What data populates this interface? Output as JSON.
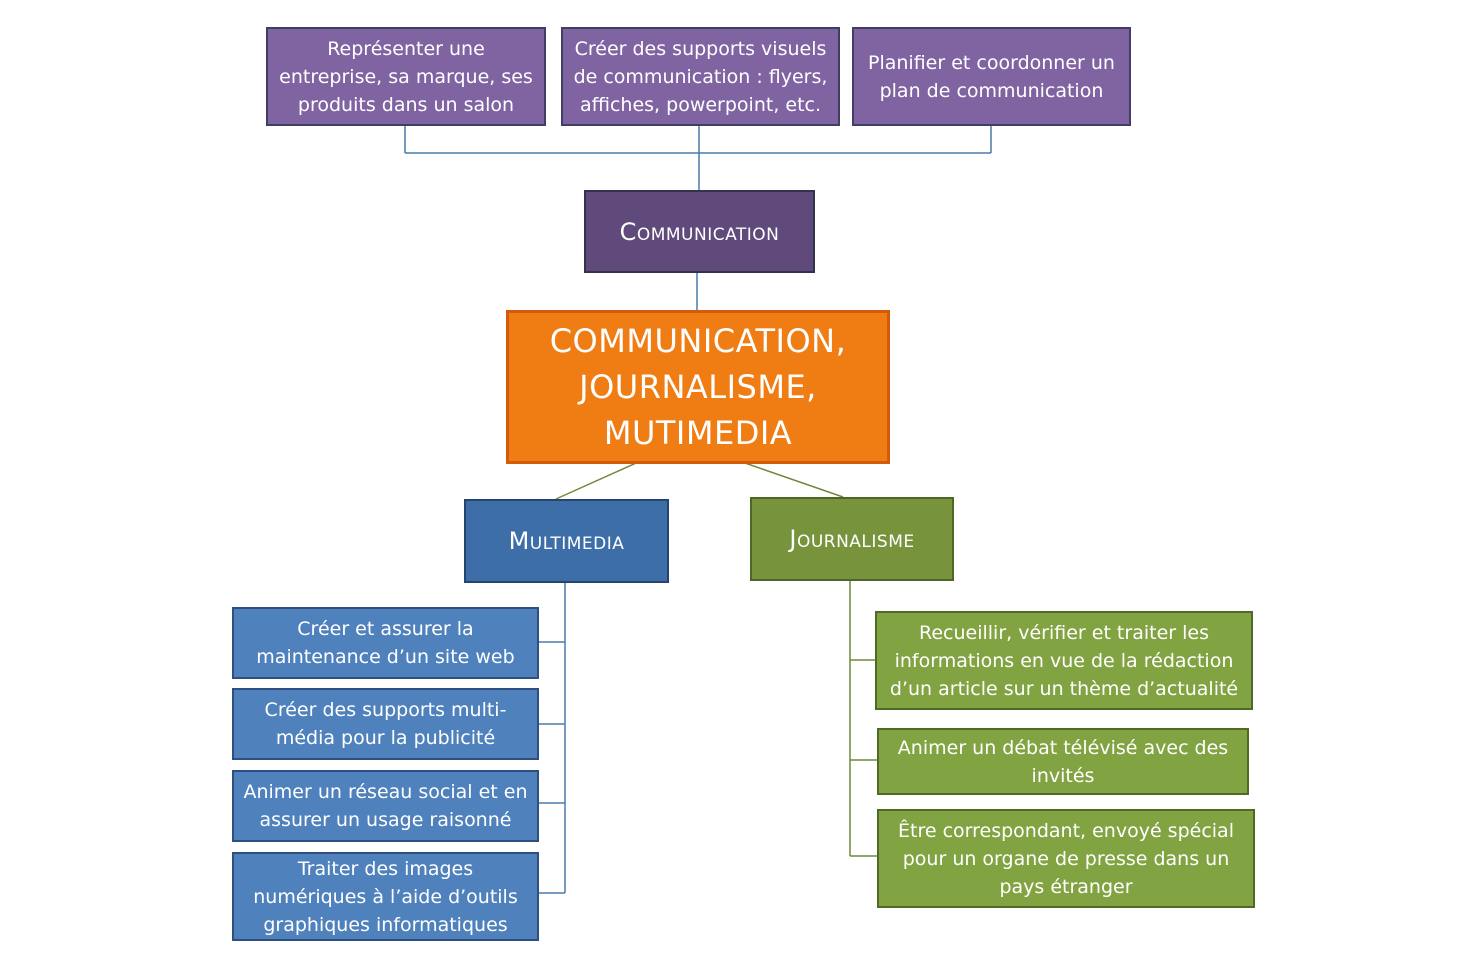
{
  "communication_tasks": [
    "Représenter une entreprise, sa marque, ses produits dans un salon",
    "Créer des supports visuels de communication : flyers, affiches, powerpoint, etc.",
    "Planifier et coordonner un plan de communication"
  ],
  "communication_title": "Communication",
  "center_title": "COMMUNICATION, JOURNALISME, MUTIMEDIA",
  "multimedia_title": "Multimedia",
  "journalisme_title": "Journalisme",
  "multimedia_tasks": [
    "Créer et assurer la maintenance d’un site web",
    "Créer des supports multi-média pour la publicité",
    "Animer un réseau social et en assurer un usage raisonné",
    "Traiter des images numériques à l’aide d’outils graphiques informatiques"
  ],
  "journalisme_tasks": [
    "Recueillir, vérifier et traiter les informations en vue de la rédaction d’un article sur un thème d’actualité",
    "Animer un débat télévisé avec des invités",
    "Être correspondant, envoyé spécial pour un organe de presse dans un pays étranger"
  ],
  "colors": {
    "communication": "#8064a2",
    "center": "#f07c14",
    "multimedia": "#4f81bd",
    "journalisme": "#77933c"
  }
}
